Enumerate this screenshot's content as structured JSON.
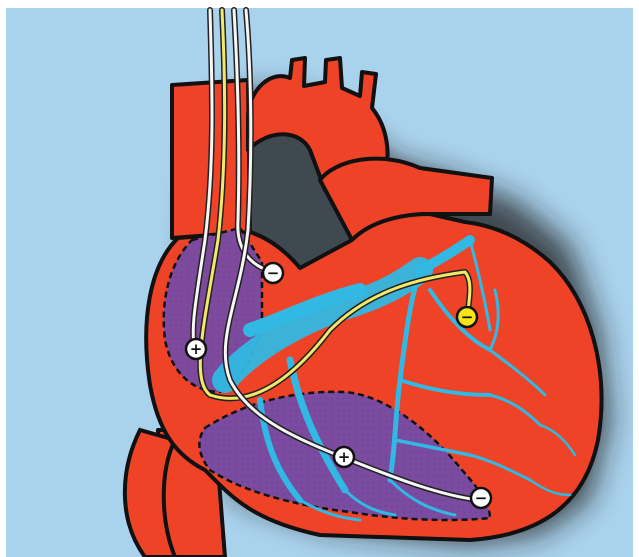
{
  "colors": {
    "background": "#a9d2ec",
    "heart_red": "#ef4328",
    "outline": "#111111",
    "atrium_purple": "#7e4a9e",
    "ventricle_purple": "#7a4ba0",
    "conduction_blue": "#31b8e3",
    "lead_yellow": "#f3e86a",
    "lead_white": "#f6f6f6",
    "electrode_white": "#ffffff",
    "electrode_yellow": "#f6e318"
  },
  "electrodes": [
    {
      "id": "right-atrium-plus",
      "symbol": "+",
      "fill": "electrode_white"
    },
    {
      "id": "right-atrium-minus",
      "symbol": "−",
      "fill": "electrode_white"
    },
    {
      "id": "left-ventricle-minus",
      "symbol": "−",
      "fill": "electrode_yellow"
    },
    {
      "id": "right-ventricle-plus",
      "symbol": "+",
      "fill": "electrode_white"
    },
    {
      "id": "apex-minus",
      "symbol": "−",
      "fill": "electrode_white"
    }
  ]
}
